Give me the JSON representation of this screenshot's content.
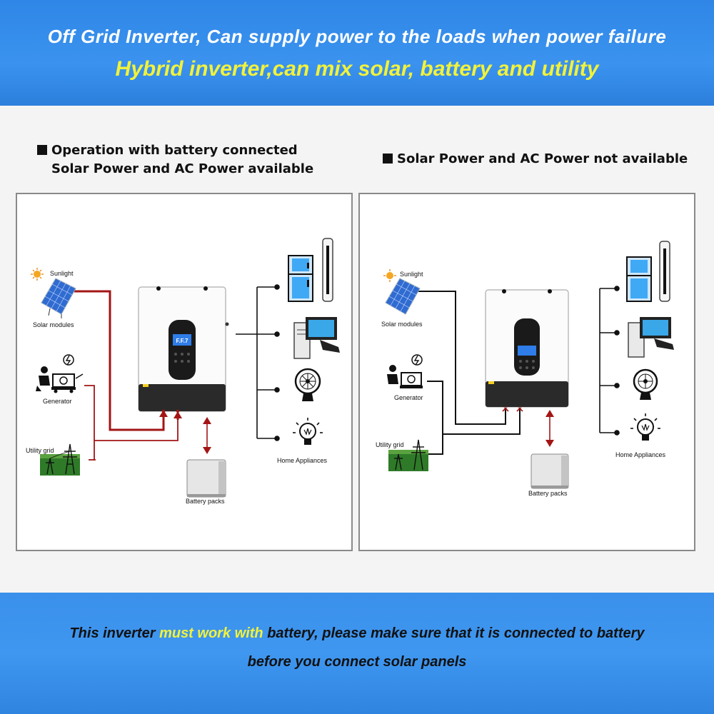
{
  "header": {
    "line1": "Off Grid Inverter, Can supply power to the loads when power failure",
    "line2": "Hybrid inverter,can mix solar, battery and utility"
  },
  "left_panel": {
    "heading_line1": "Operation with battery connected",
    "heading_line2": "Solar Power and AC Power available",
    "labels": {
      "sunlight": "Sunlight",
      "solar_modules": "Solar modules",
      "generator": "Generator",
      "utility_grid": "Utility grid",
      "battery_packs": "Battery packs",
      "home_appliances": "Home Appliances"
    }
  },
  "right_panel": {
    "heading": "Solar Power and AC Power not available",
    "labels": {
      "sunlight": "Sunlight",
      "solar_modules": "Solar modules",
      "generator": "Generator",
      "utility_grid": "Utility grid",
      "battery_packs": "Battery packs",
      "home_appliances": "Home Appliances"
    }
  },
  "footer": {
    "line1_pre": "This inverter ",
    "line1_highlight": "must work with",
    "line1_post": " battery, please make sure that it is connected to battery",
    "line2": "before you connect solar panels"
  },
  "colors": {
    "banner_blue": "#3b93ef",
    "highlight_yellow": "#f2f23a",
    "active_line_red": "#a31515",
    "inactive_line_black": "#111111"
  }
}
